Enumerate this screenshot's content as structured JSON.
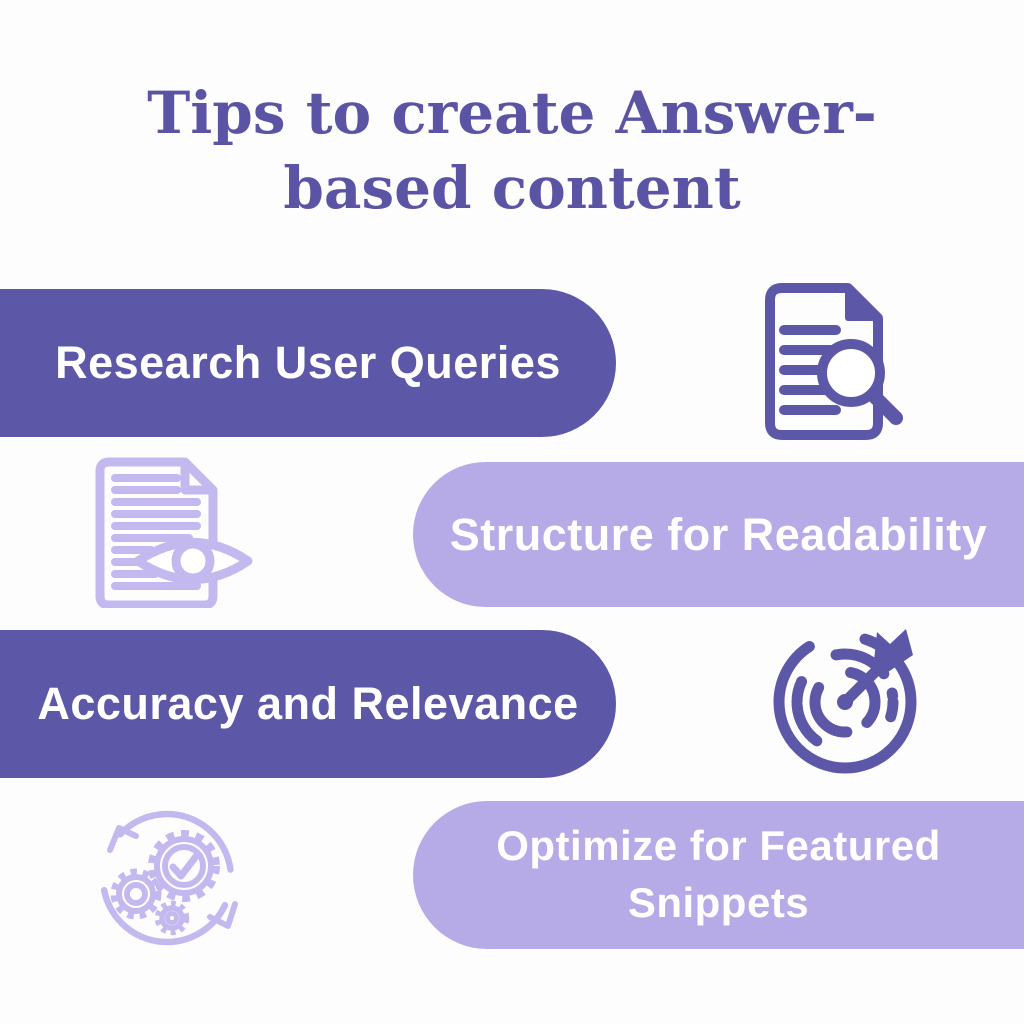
{
  "title": {
    "text": "Tips to create Answer-based content"
  },
  "colors": {
    "background": "#fdfdfe",
    "title_purple": "#5b54a4",
    "dark_purple": "#5d57a7",
    "light_purple": "#b6aae7",
    "icon_lavender": "#c4b9ef",
    "text_white": "#ffffff"
  },
  "tips": [
    {
      "label": "Research User Queries",
      "variant": "dark",
      "side": "left",
      "icon": "document-search-icon"
    },
    {
      "label": "Structure for Readability",
      "variant": "light",
      "side": "right",
      "icon": "document-eye-icon"
    },
    {
      "label": "Accuracy and Relevance",
      "variant": "dark",
      "side": "left",
      "icon": "target-dart-icon"
    },
    {
      "label": "Optimize for Featured Snippets",
      "variant": "light",
      "side": "right",
      "icon": "gears-sync-icon"
    }
  ]
}
